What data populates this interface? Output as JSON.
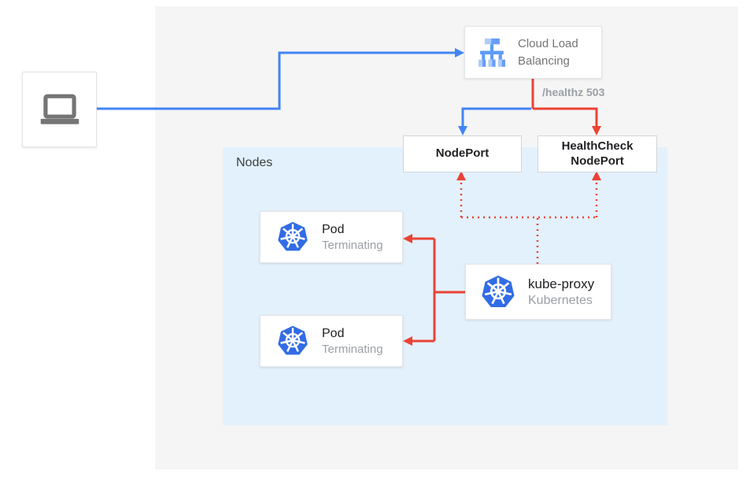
{
  "colors": {
    "traffic_blue": "#4285f4",
    "health_red": "#ea4335",
    "nodes_panel_bg": "#e3f1fc",
    "outer_panel_bg": "#f5f5f5",
    "kubernetes_blue": "#326ce5",
    "muted_text": "#9aa0a6"
  },
  "nodes_panel": {
    "label": "Nodes"
  },
  "cloud_load_balancing": {
    "label": "Cloud Load Balancing"
  },
  "node_port": {
    "label": "NodePort"
  },
  "health_check_node_port": {
    "line1": "HealthCheck",
    "line2": "NodePort"
  },
  "pods": [
    {
      "title": "Pod",
      "status": "Terminating"
    },
    {
      "title": "Pod",
      "status": "Terminating"
    }
  ],
  "kube_proxy": {
    "title": "kube-proxy",
    "subtitle": "Kubernetes"
  },
  "edge_labels": {
    "health_check_path": "/healthz 503"
  }
}
